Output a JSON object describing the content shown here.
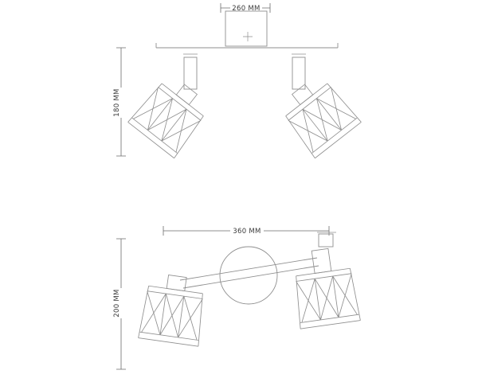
{
  "colors": {
    "background": "#ffffff",
    "line": "#8f8f8f",
    "dimension": "#6b6b6b",
    "text": "#3a3a3a"
  },
  "top_view": {
    "width_dimension": "260 MM",
    "height_dimension": "180 MM"
  },
  "bottom_view": {
    "width_dimension": "360 MM",
    "height_dimension": "200 MM"
  }
}
